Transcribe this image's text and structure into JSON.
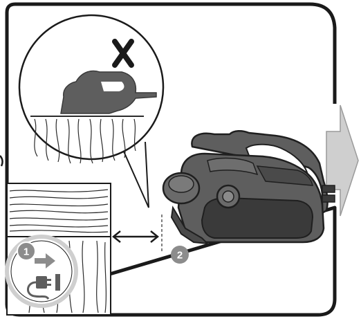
{
  "steps": [
    {
      "number": "1",
      "meaning": "unplug-from-power"
    },
    {
      "number": "2",
      "meaning": "keep-clear-of-workpiece"
    }
  ],
  "icons": [
    "cross-mark-icon",
    "arrow-icon",
    "plug-icon",
    "socket-icon",
    "double-arrow-icon",
    "next-arrow-icon"
  ],
  "colors": {
    "frame": "#1a1a1a",
    "tool_body": "#5e5e5e",
    "tool_dark": "#3a3a3a",
    "badge": "#8c8c8c",
    "next_arrow": "#cfcfcf",
    "wood_line": "#2a2a2a"
  }
}
